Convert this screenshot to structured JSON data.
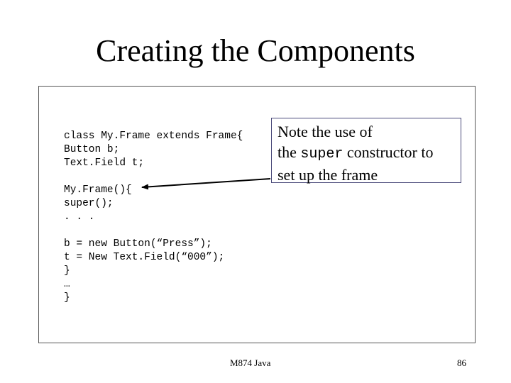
{
  "slide": {
    "title": "Creating the Components",
    "code_lines": [
      "class My.Frame extends Frame{",
      "Button b;",
      "Text.Field t;",
      "",
      "My.Frame(){",
      "super();",
      ". . .",
      "",
      "b = new Button(“Press”);",
      "t = New Text.Field(“000”);",
      "}",
      "…",
      "}"
    ],
    "note": {
      "line1": "Note the use of",
      "line2_pre": "the ",
      "line2_code": "super",
      "line2_post": " constructor to",
      "line3": "set up the frame"
    },
    "footer_center": "M874 Java",
    "page_number": "86"
  }
}
